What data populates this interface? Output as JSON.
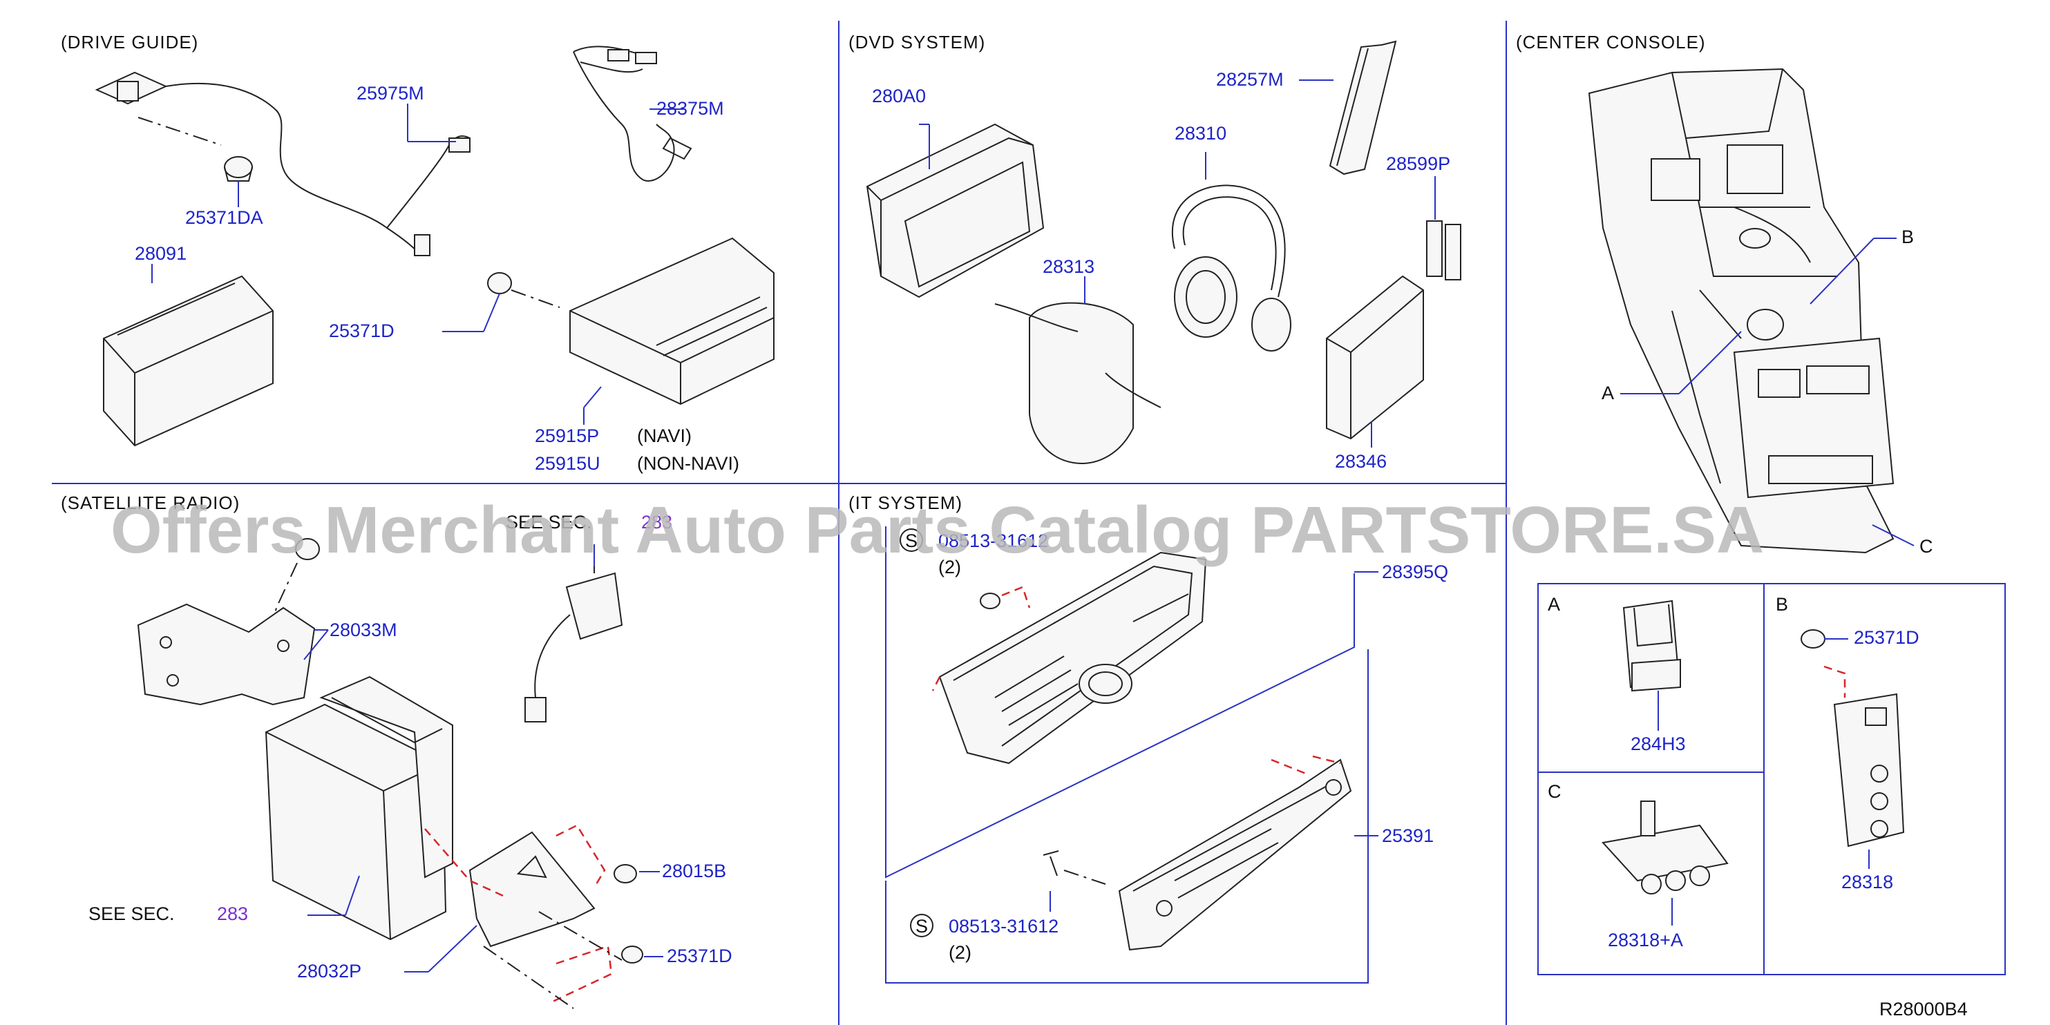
{
  "sections": {
    "drive_guide": "(DRIVE   GUIDE)",
    "dvd_system": "(DVD   SYSTEM)",
    "center_console": "(CENTER   CONSOLE)",
    "satellite_radio": "(SATELLITE   RADIO)",
    "it_system": "(IT   SYSTEM)"
  },
  "parts": {
    "p25975M": "25975M",
    "p28375M": "28375M",
    "p25371DA": "25371DA",
    "p28091": "28091",
    "p25371D_a": "25371D",
    "p25915P": "25915P",
    "p25915P_note": "(NAVI)",
    "p25915U": "25915U",
    "p25915U_note": "(NON-NAVI)",
    "p280A0": "280A0",
    "p28257M": "28257M",
    "p28310": "28310",
    "p28599P": "28599P",
    "p28313": "28313",
    "p28346": "28346",
    "p28033M": "28033M",
    "see_sec_top": "SEE   SEC.",
    "see_sec_top_num": "283",
    "p28015B": "28015B",
    "p25371D_b": "25371D",
    "see_sec_bottom": "SEE   SEC.",
    "see_sec_bottom_num": "283",
    "p28032P": "28032P",
    "s_symbol": "S",
    "p08513_top": "08513-31612",
    "qty_top": "(2)",
    "p28395Q": "28395Q",
    "p25391": "25391",
    "p08513_bottom": "08513-31612",
    "qty_bottom": "(2)",
    "label_A": "A",
    "label_B": "B",
    "label_C": "C",
    "callout_A": "A",
    "callout_B": "B",
    "callout_C": "C",
    "p284H3": "284H3",
    "p25371D_c": "25371D",
    "p28318": "28318",
    "p28318A": "28318+A"
  },
  "diagram_code": "R28000B4",
  "watermark": "Offers Merchant Auto Parts Catalog PARTSTORE.SA",
  "colors": {
    "part_number": "#1e24c8",
    "section_ref": "#7a2fd0",
    "leader": "#2a32c4",
    "dash_red": "#d8262a",
    "watermark": "#b9b9b9"
  }
}
